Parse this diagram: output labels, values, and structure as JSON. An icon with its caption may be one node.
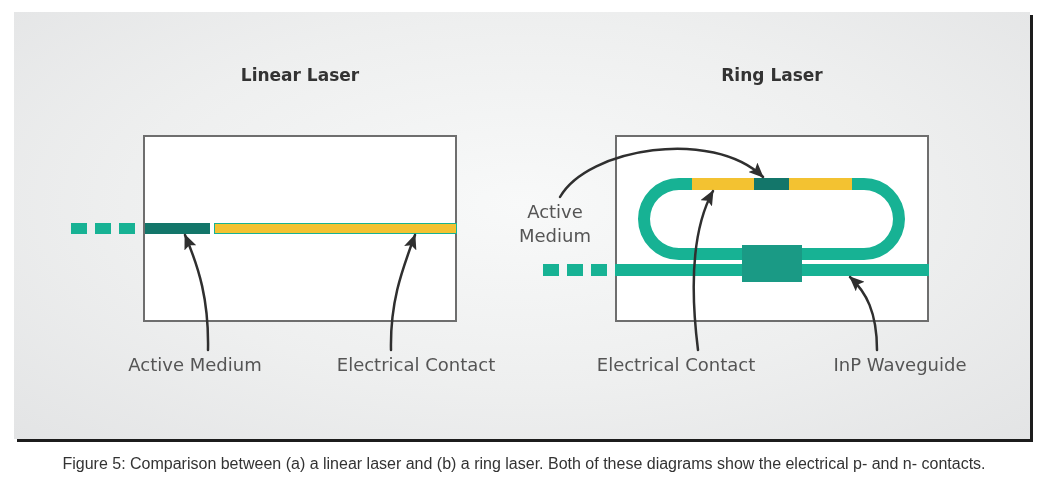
{
  "diagram": {
    "nodes": [
      {
        "text": [
          "Linear Laser"
        ]
      },
      {
        "text": [],
        "shape": "bar",
        "in": 0
      },
      {
        "text": [],
        "shape": "bar",
        "in": 0
      },
      {
        "text": [
          "Active Medium"
        ]
      },
      {
        "text": [
          "Electrical Contact"
        ]
      },
      {
        "text": [
          "Ring Laser"
        ]
      },
      {
        "text": [],
        "shape": "bar",
        "in": 5
      },
      {
        "text": [],
        "shape": "bar",
        "in": 5
      },
      {
        "text": [],
        "shape": "bar",
        "in": 5
      },
      {
        "text": [],
        "shape": "bar",
        "in": 5
      },
      {
        "text": [
          "Active Medium"
        ]
      },
      {
        "text": [
          "Electrical Contact"
        ]
      },
      {
        "text": [
          "InP Waveguide"
        ]
      }
    ],
    "edges": [
      {
        "from": 3,
        "to": 1,
        "arrow": "to"
      },
      {
        "from": 4,
        "to": 2,
        "arrow": "to"
      },
      {
        "from": 10,
        "to": 7,
        "arrow": "to"
      },
      {
        "from": 11,
        "to": 6,
        "arrow": "to"
      },
      {
        "from": 12,
        "to": 9,
        "arrow": "to"
      }
    ],
    "caption": "Figure 5: Comparison between (a) a linear laser and (b) a ring laser. Both of these diagrams show the electrical p- and n- contacts."
  }
}
